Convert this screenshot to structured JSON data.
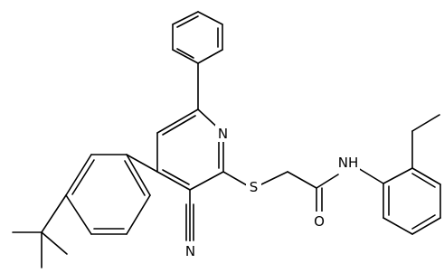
{
  "atoms": {
    "pyridine_n": "N",
    "sulfur": "S",
    "carbonyl_o": "O",
    "amide_nh": "NH",
    "nitrile_n": "N"
  },
  "colors": {
    "bond": "#000000",
    "label": "#000000",
    "background": "#ffffff"
  }
}
